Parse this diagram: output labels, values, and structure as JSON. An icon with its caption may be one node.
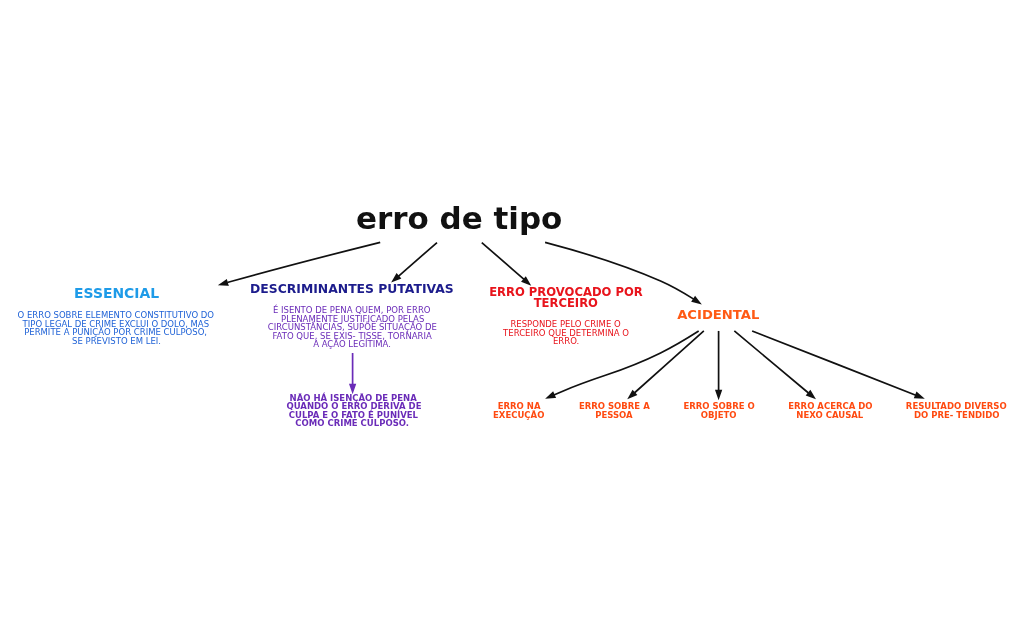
{
  "diagram": {
    "nodes": [
      {
        "text": [
          "erro de tipo"
        ]
      },
      {
        "text": [
          "ESSENCIAL",
          "O ERRO SOBRE ELEMENTO CONSTITUTIVO DO TIPO LEGAL DE CRIME EXCLUI O DOLO, MAS PERMITE A PUNIÇÃO POR CRIME CULPOSO, SE PREVISTO EM LEI."
        ]
      },
      {
        "text": [
          "DESCRIMINANTES PUTATIVAS",
          "É ISENTO DE PENA QUEM, POR ERRO PLENAMENTE JUSTIFICADO PELAS CIRCUNSTÂNCIAS, SUPÕE SITUAÇÃO DE FATO QUE, SE EXIS- TISSE, TORNARIA A AÇÃO LEGÍTIMA."
        ]
      },
      {
        "text": [
          "NÃO HÁ ISENÇÃO DE PENA QUANDO O ERRO DERIVA DE CULPA E O FATO É PUNÍVEL COMO CRIME CULPOSO."
        ]
      },
      {
        "text": [
          "ERRO PROVOCADO POR TERCEIRO",
          "RESPONDE PELO CRIME O TERCEIRO QUE DETERMINA O ERRO."
        ]
      },
      {
        "text": [
          "ACIDENTAL"
        ]
      },
      {
        "text": [
          "ERRO NA EXECUÇÃO"
        ]
      },
      {
        "text": [
          "ERRO SOBRE A PESSOA"
        ]
      },
      {
        "text": [
          "ERRO SOBRE O OBJETO"
        ]
      },
      {
        "text": [
          "ERRO ACERCA DO NEXO CAUSAL"
        ]
      },
      {
        "text": [
          "RESULTADO DIVERSO DO PRE- TENDIDO"
        ]
      }
    ],
    "edges": [
      {
        "from": 0,
        "to": 1,
        "arrow": "to"
      },
      {
        "from": 0,
        "to": 2,
        "arrow": "to"
      },
      {
        "from": 0,
        "to": 4,
        "arrow": "to"
      },
      {
        "from": 0,
        "to": 5,
        "arrow": "to"
      },
      {
        "from": 5,
        "to": 6,
        "arrow": "to"
      },
      {
        "from": 5,
        "to": 7,
        "arrow": "to"
      },
      {
        "from": 5,
        "to": 8,
        "arrow": "to"
      },
      {
        "from": 5,
        "to": 9,
        "arrow": "to"
      },
      {
        "from": 5,
        "to": 10,
        "arrow": "to"
      },
      {
        "from": 2,
        "to": 3,
        "arrow": "to",
        "color": "#6a2bb8"
      }
    ]
  }
}
